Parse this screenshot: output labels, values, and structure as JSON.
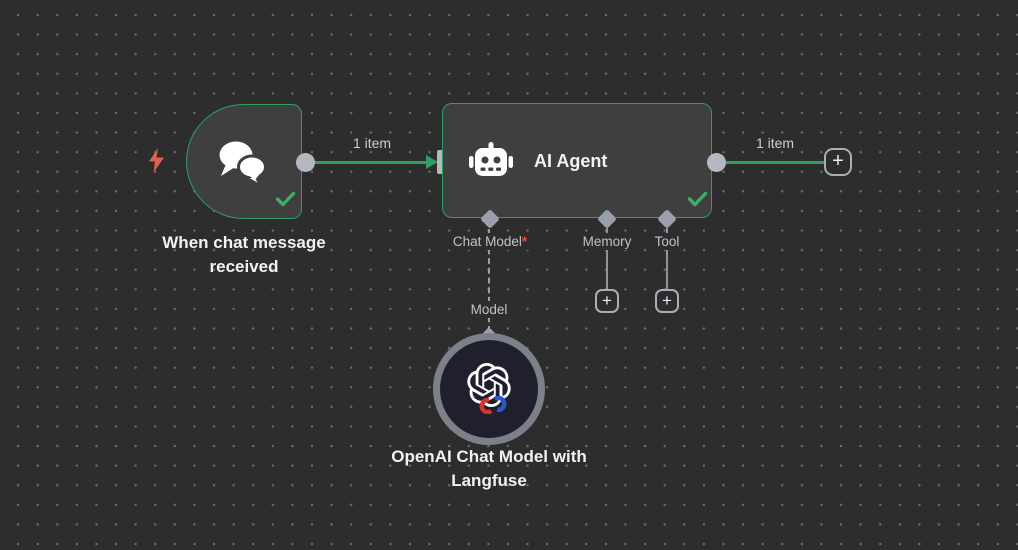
{
  "canvas": {
    "background": "#2d2d2d",
    "dot_color": "#6e6e6e"
  },
  "palette": {
    "green": "#2f9e63",
    "check_green": "#3fae69",
    "node_fill": "#3f3f3f",
    "port_gray": "#b4b8c0",
    "connector_gray": "#9aa0ab",
    "label_gray": "#bfc3ca",
    "title_white": "#f1f2f4",
    "required_red": "#e0524d",
    "lightning_orange": "#e0604b",
    "model_node_fill": "#1f1f2e",
    "model_node_ring": "#7c8089",
    "langfuse_red": "#d6342c",
    "langfuse_blue": "#3056c9"
  },
  "nodes": {
    "trigger": {
      "title": "When chat message received",
      "icon": "chat-bubbles-icon",
      "status": "success"
    },
    "agent": {
      "title": "AI Agent",
      "icon": "robot-icon",
      "status": "success",
      "sub_inputs": [
        {
          "label": "Chat Model",
          "required_marker": "*"
        },
        {
          "label": "Memory"
        },
        {
          "label": "Tool"
        }
      ]
    },
    "model": {
      "title": "OpenAI Chat Model with Langfuse",
      "icon": "openai-logo-icon",
      "overlay_icon": "langfuse-icon"
    }
  },
  "connections": {
    "trigger_to_agent": {
      "label": "1 item"
    },
    "agent_to_next": {
      "label": "1 item"
    },
    "chat_model_link": {
      "label": "Model"
    }
  },
  "buttons": {
    "add_next": "+",
    "add_memory": "+",
    "add_tool": "+"
  }
}
